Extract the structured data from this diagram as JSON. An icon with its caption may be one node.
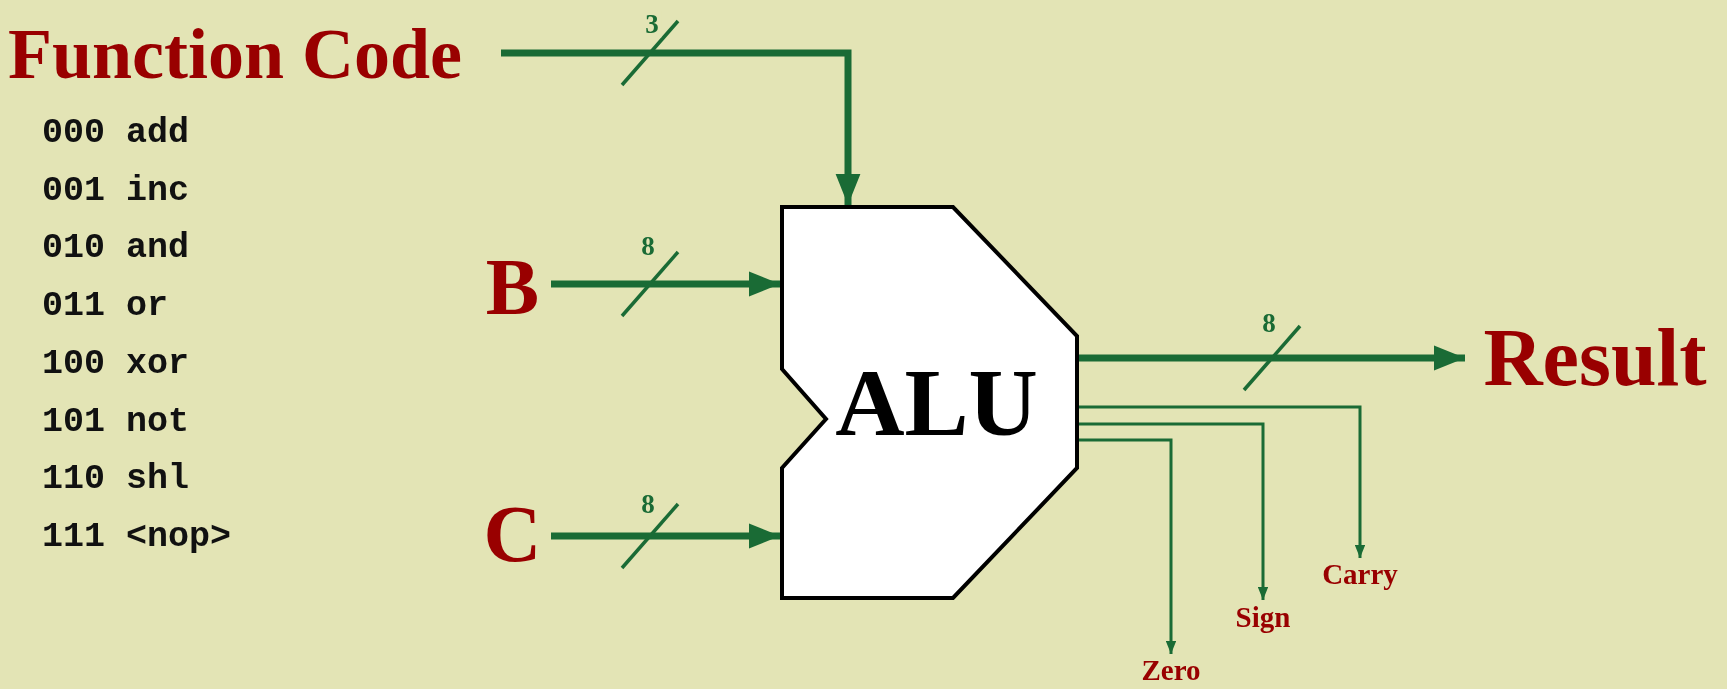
{
  "diagram": {
    "nodes": [
      {
        "text": [
          "Function Code"
        ]
      },
      {
        "text": [
          "B"
        ]
      },
      {
        "text": [
          "C"
        ]
      },
      {
        "text": [
          "ALU"
        ]
      },
      {
        "text": [
          "Result"
        ]
      },
      {
        "text": [
          "Carry"
        ]
      },
      {
        "text": [
          "Sign"
        ]
      },
      {
        "text": [
          "Zero"
        ]
      }
    ],
    "edges": [
      {
        "from": 0,
        "to": 3,
        "arrow": "to",
        "label": "3"
      },
      {
        "from": 1,
        "to": 3,
        "arrow": "to",
        "label": "8"
      },
      {
        "from": 2,
        "to": 3,
        "arrow": "to",
        "label": "8"
      },
      {
        "from": 3,
        "to": 4,
        "arrow": "to",
        "label": "8"
      },
      {
        "from": 3,
        "to": 5,
        "arrow": "to"
      },
      {
        "from": 3,
        "to": 6,
        "arrow": "to"
      },
      {
        "from": 3,
        "to": 7,
        "arrow": "to"
      }
    ],
    "labels": [
      "000 add",
      "001 inc",
      "010 and",
      "011 or",
      "100 xor",
      "101 not",
      "110 shl",
      "111 <nop>"
    ]
  }
}
